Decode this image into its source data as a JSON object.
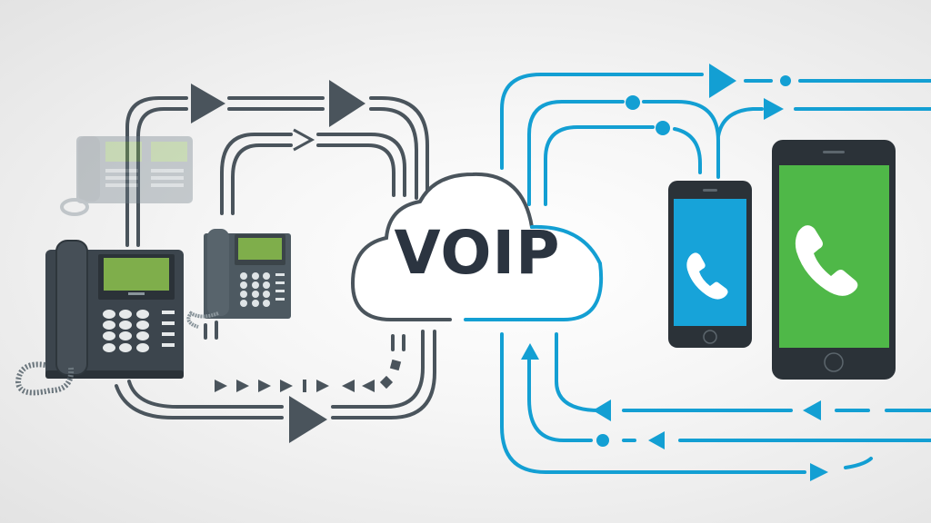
{
  "illustration": {
    "title": "VOIP",
    "colors": {
      "background": "#eeeeee",
      "dark_line": "#4a545c",
      "blue_line": "#139fd3",
      "phone_body": "#3c454d",
      "lcd_green": "#7fae4b",
      "mobile_frame": "#2b3238",
      "mobile_screen_blue": "#17a3d9",
      "mobile_screen_green": "#4fb848",
      "text": "#2b3440"
    },
    "left_group": {
      "devices": [
        "desk-phone-large",
        "desk-phone-small",
        "desk-phone-faded"
      ],
      "flow_direction": "to-cloud"
    },
    "right_group": {
      "devices": [
        "smartphone-small-blue",
        "smartphone-large-green"
      ],
      "flow_direction": "bidirectional"
    }
  }
}
